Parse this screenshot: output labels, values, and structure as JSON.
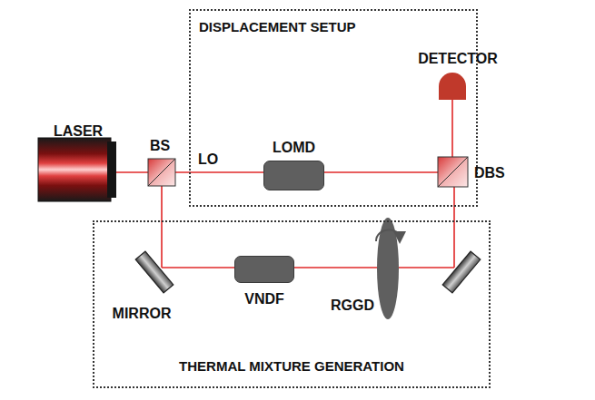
{
  "diagram": {
    "nodes": [
      {
        "text": [
          "DISPLACEMENT SETUP"
        ]
      },
      {
        "text": [
          "LOMD"
        ],
        "in": 0
      },
      {
        "text": [
          "THERMAL MIXTURE GENERATION"
        ]
      },
      {
        "text": [
          "VNDF"
        ],
        "in": 2
      }
    ],
    "labels": [
      "LASER",
      "BS",
      "LO",
      "DETECTOR",
      "DBS",
      "MIRROR",
      "RGGD"
    ]
  }
}
